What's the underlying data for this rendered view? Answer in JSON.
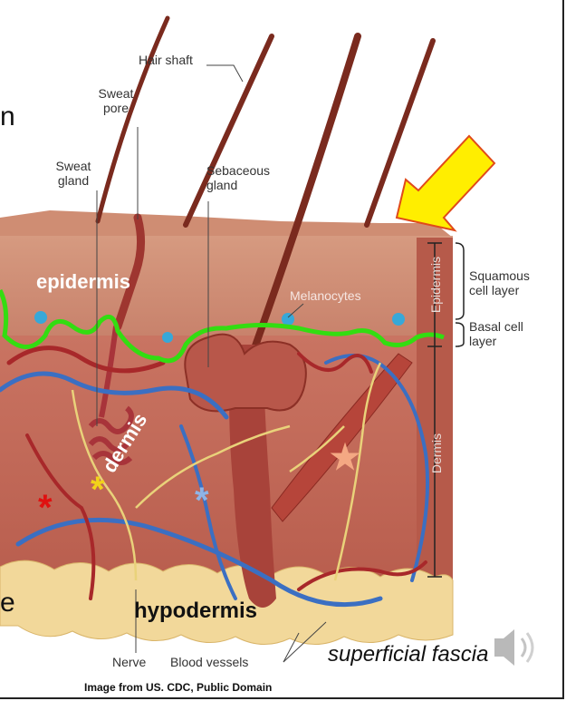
{
  "labels": {
    "hair_shaft": "Hair shaft",
    "sweat_pore": [
      "Sweat",
      "pore"
    ],
    "sweat_gland": [
      "Sweat",
      "gland"
    ],
    "sebaceous_gland": [
      "Sebaceous",
      "gland"
    ],
    "melanocytes": "Melanocytes",
    "squamous_cell_layer": [
      "Squamous",
      "cell layer"
    ],
    "basal_cell_layer": [
      "Basal cell",
      "layer"
    ],
    "side_epidermis": "Epidermis",
    "side_dermis": "Dermis",
    "nerve": "Nerve",
    "blood_vessels": "Blood vessels"
  },
  "annotations": {
    "epidermis": "epidermis",
    "dermis": "dermis",
    "hypodermis": "hypodermis",
    "superficial_fascia": "superficial fascia"
  },
  "edge_text": {
    "top_left": "n",
    "bottom_left": "e"
  },
  "credit": "Image from US. CDC, Public Domain",
  "markers": [
    {
      "symbol": "*",
      "color": "#e01010"
    },
    {
      "symbol": "*",
      "color": "#f2d21a"
    },
    {
      "symbol": "*",
      "color": "#8fb4e6"
    },
    {
      "symbol": "★",
      "color": "#f4a883"
    }
  ],
  "colors": {
    "epidermis_surface": "#c9876b",
    "dermis": "#bf6a58",
    "hypodermis_fat": "#f2d89a",
    "hair": "#7a2a1e",
    "vein": "#3b6fc2",
    "artery": "#a8282a",
    "nerve": "#e9d27a",
    "basement_line": "#33dd11",
    "arrow_fill": "#ffee00",
    "arrow_stroke": "#e04a1a",
    "melanocyte": "#37a8d8"
  },
  "icons": [
    "speaker-icon"
  ]
}
